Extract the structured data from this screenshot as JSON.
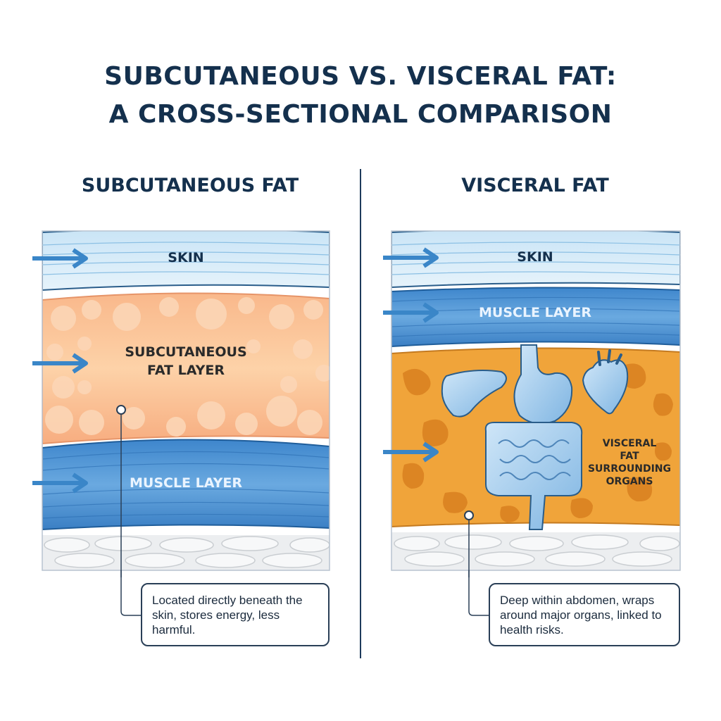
{
  "title": {
    "line1": "SUBCUTANEOUS VS. VISCERAL FAT:",
    "line2": "A CROSS-SECTIONAL COMPARISON"
  },
  "left_panel": {
    "heading": "SUBCUTANEOUS FAT",
    "skin_label": "SKIN",
    "fat_label_line1": "SUBCUTANEOUS",
    "fat_label_line2": "FAT LAYER",
    "muscle_label": "MUSCLE LAYER",
    "note": "Located directly beneath the skin, stores energy, less harmful."
  },
  "right_panel": {
    "heading": "VISCERAL FAT",
    "skin_label": "SKIN",
    "muscle_label": "MUSCLE LAYER",
    "fat_label_line1": "VISCERAL",
    "fat_label_line2": "FAT",
    "fat_label_line3": "SURROUNDING",
    "fat_label_line4": "ORGANS",
    "note": "Deep within abdomen, wraps around major organs, linked to health risks."
  },
  "colors": {
    "title": "#14304d",
    "skin": "#d8ecf8",
    "subcutaneous_fat": "#f9b98a",
    "visceral_fat": "#eea33a",
    "muscle": "#4a90d0",
    "arrow": "#3a86c8",
    "organ": "#a8d0ee"
  },
  "icons": [
    "arrow-right-icon",
    "liver-icon",
    "stomach-icon",
    "heart-icon",
    "intestines-icon"
  ]
}
